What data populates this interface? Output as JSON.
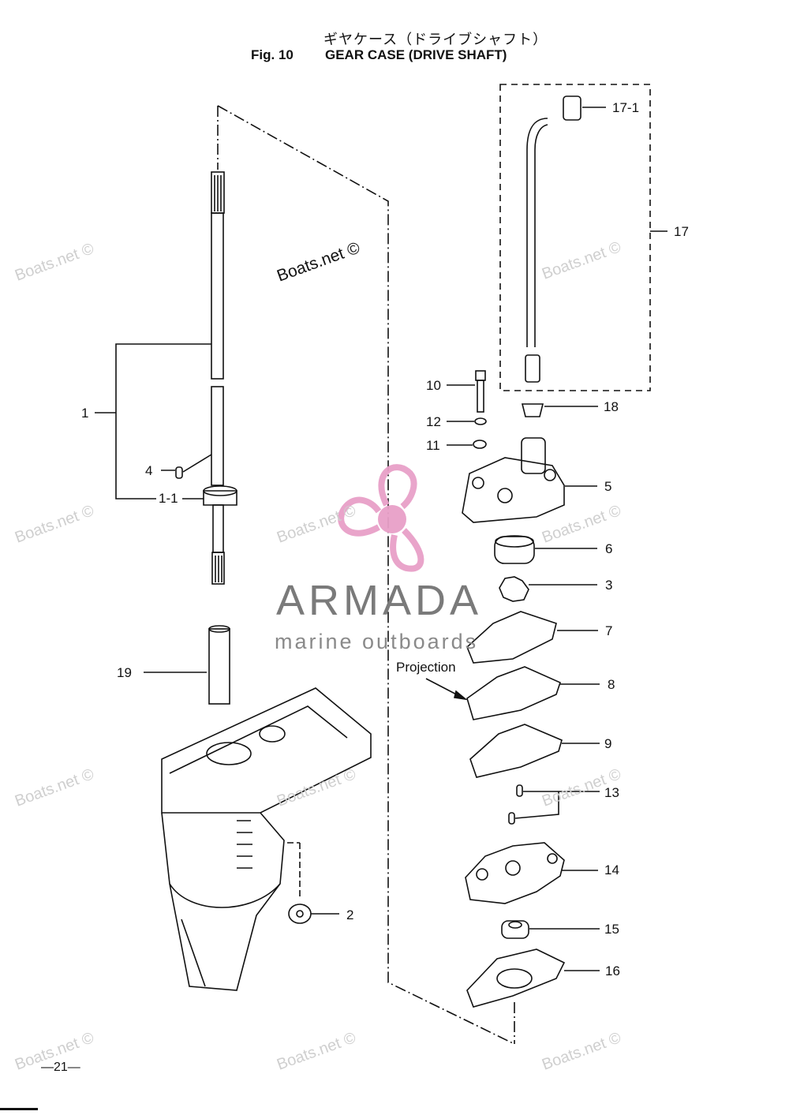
{
  "header": {
    "title_jp": "ギヤケース（ドライブシャフト）",
    "fig_number": "Fig. 10",
    "fig_name": "GEAR CASE (DRIVE SHAFT)"
  },
  "annotation": {
    "projection": "Projection"
  },
  "page_number": "—21—",
  "logo": {
    "name": "ARMADA",
    "tagline": "marine outboards",
    "accent_color": "#e8a0c8"
  },
  "watermark": {
    "text": "Boats.net ©"
  },
  "parts": [
    {
      "label": "17-1"
    },
    {
      "label": "17"
    },
    {
      "label": "10"
    },
    {
      "label": "18"
    },
    {
      "label": "12"
    },
    {
      "label": "11"
    },
    {
      "label": "5"
    },
    {
      "label": "1"
    },
    {
      "label": "4"
    },
    {
      "label": "1-1"
    },
    {
      "label": "6"
    },
    {
      "label": "3"
    },
    {
      "label": "7"
    },
    {
      "label": "19"
    },
    {
      "label": "8"
    },
    {
      "label": "9"
    },
    {
      "label": "13"
    },
    {
      "label": "14"
    },
    {
      "label": "2"
    },
    {
      "label": "15"
    },
    {
      "label": "16"
    }
  ]
}
